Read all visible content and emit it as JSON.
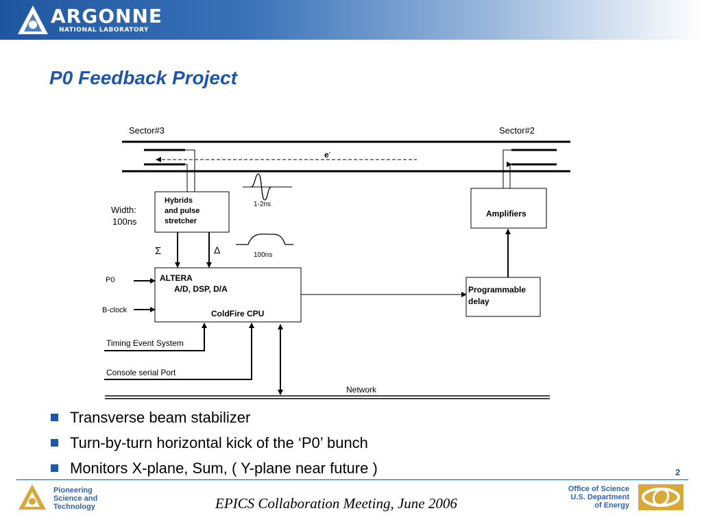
{
  "header": {
    "logo_main": "ARGONNE",
    "logo_sub": "NATIONAL LABORATORY"
  },
  "slide": {
    "title": "P0 Feedback Project"
  },
  "diagram": {
    "sector_left": "Sector#3",
    "sector_right": "Sector#2",
    "electron": "e",
    "electron_sup": "-",
    "hybrids_box": [
      "Hybrids",
      "and pulse",
      "stretcher"
    ],
    "width_label": [
      "Width:",
      "100ns"
    ],
    "pulse_short": "1-2ns",
    "pulse_long": "100ns",
    "sigma": "Σ",
    "delta": "Δ",
    "amplifiers": "Amplifiers",
    "altera": "ALTERA",
    "adc": "A/D, DSP, D/A",
    "coldfire": "ColdFire CPU",
    "p0_input": "P0",
    "bclock_input": "B-clock",
    "prog_delay": [
      "Programmable",
      "delay"
    ],
    "timing": "Timing Event System",
    "console": "Console serial Port",
    "network": "Network"
  },
  "bullets": [
    "Transverse beam stabilizer",
    "Turn-by-turn horizontal kick of the ‘P0’ bunch",
    "Monitors X-plane, Sum, ( Y-plane near future )"
  ],
  "footer": {
    "page_number": "2",
    "pioneer_lines": [
      "Pioneering",
      "Science and",
      "Technology"
    ],
    "meeting": "EPICS Collaboration Meeting, June 2006",
    "office_lines": [
      "Office of Science",
      "U.S. Department",
      "of Energy"
    ]
  },
  "colors": {
    "brand_blue": "#1f56a8",
    "header_blue": "#1f56a0",
    "footer_blue": "#2a64b0",
    "doe_gold": "#d9a83a"
  }
}
